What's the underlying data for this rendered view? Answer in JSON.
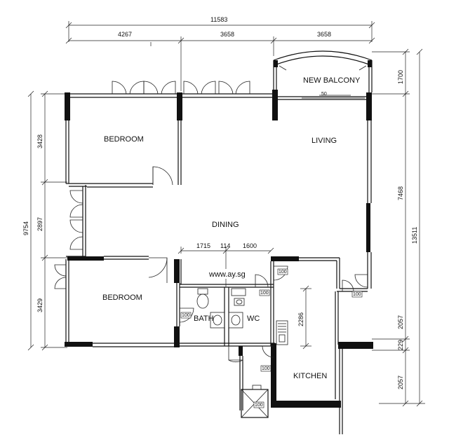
{
  "rooms": {
    "bedroom_top": "BEDROOM",
    "bedroom_bottom": "BEDROOM",
    "living": "LIVING",
    "dining": "DINING",
    "balcony": "NEW BALCONY",
    "bath": "BATH",
    "wc": "WC",
    "kitchen": "KITCHEN"
  },
  "dimensions": {
    "overall_width": "11583",
    "top_1": "4267",
    "top_2": "3658",
    "top_3": "3658",
    "left_total": "9754",
    "left_1": "3428",
    "left_2": "2897",
    "left_3": "3429",
    "right_balcony": "1700",
    "right_7468": "7468",
    "right_total": "13511",
    "right_2057a": "2057",
    "right_229": "229",
    "right_2057b": "2057",
    "inner_1715": "1715",
    "inner_114": "114",
    "inner_1600": "1600",
    "kitchen_2286": "2286",
    "balcony_50": "50",
    "door_100a": "100",
    "door_100b": "100",
    "door_100c": "100",
    "door_100d": "100",
    "door_100e": "100",
    "door_100f": "100"
  },
  "watermark": "www.ay.sg"
}
